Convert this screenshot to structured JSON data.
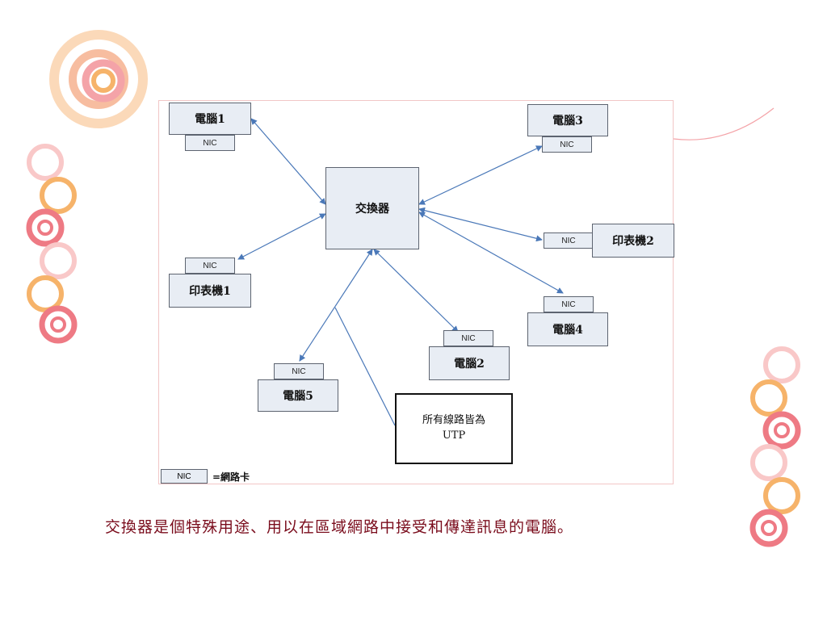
{
  "diagram": {
    "switch_label": "交換器",
    "nic_label": "NIC",
    "devices": {
      "pc1": "電腦1",
      "pc2": "電腦2",
      "pc3": "電腦3",
      "pc4": "電腦4",
      "pc5": "電腦5",
      "printer1": "印表機1",
      "printer2": "印表機2"
    },
    "note_line1": "所有線路皆為",
    "note_line2": "UTP",
    "legend_label": "=網路卡"
  },
  "caption": "交換器是個特殊用途、用以在區域網路中接受和傳達訊息的電腦。",
  "colors": {
    "link": "#4a78b8",
    "caption": "#7a0c1c",
    "deco_orange": "#f6b36a",
    "deco_pink": "#f4a3a8",
    "deco_red": "#ee7a84"
  }
}
